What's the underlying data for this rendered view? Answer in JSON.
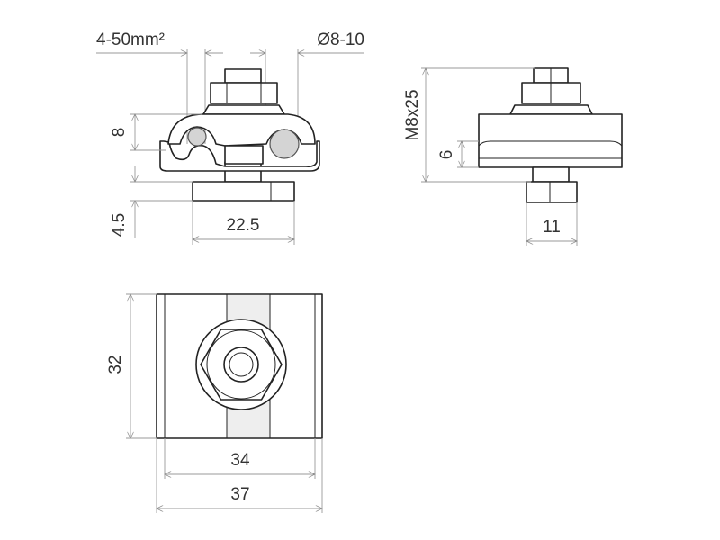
{
  "drawing": {
    "front_view": {
      "cross_section_label": "4-50mm²",
      "diameter_label": "Ø8-10",
      "height_label": "8",
      "base_thickness_label": "4.5",
      "base_width_label": "22.5"
    },
    "side_view": {
      "bolt_label": "M8x25",
      "block_height_label": "6",
      "nut_width_label": "11"
    },
    "top_view": {
      "depth_label": "32",
      "inner_width_label": "34",
      "outer_width_label": "37"
    }
  }
}
